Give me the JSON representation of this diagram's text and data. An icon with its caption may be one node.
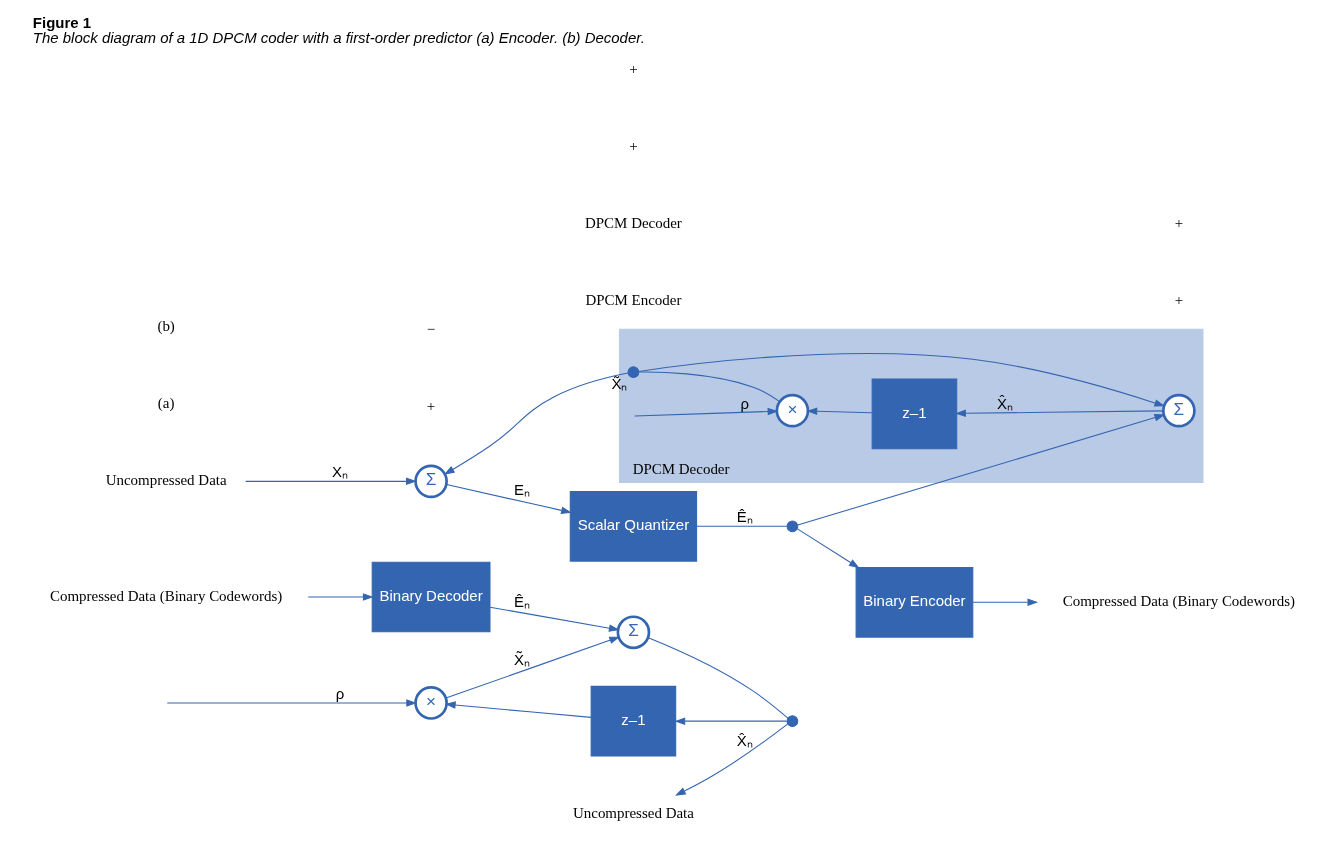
{
  "diagram": {
    "title": "Figure 1",
    "caption": "The block diagram of a 1D DPCM coder with a first-order predictor (a) Encoder. (b) Decoder.",
    "nodes": [
      {
        "text": [
          "Uncompressed Data"
        ]
      },
      {
        "text": [
          "Σ"
        ]
      },
      {
        "text": [
          "Scalar Quantizer"
        ]
      },
      {
        "text": [],
        "shape": "circle"
      },
      {
        "text": [
          "Binary Encoder"
        ]
      },
      {
        "text": [
          "Compressed Data (Binary Codewords)"
        ]
      },
      {
        "text": [
          "DPCM Decoder"
        ]
      },
      {
        "text": [],
        "shape": "circle",
        "in": 6,
        "beside": [
          "X̃ₙ"
        ]
      },
      {
        "text": [
          "Σ"
        ],
        "in": 6
      },
      {
        "text": [
          "z–1"
        ],
        "in": 6
      },
      {
        "text": [
          "×"
        ],
        "in": 6
      },
      {
        "text": [
          "Compressed Data (Binary Codewords)"
        ]
      },
      {
        "text": [
          "Binary Decoder"
        ]
      },
      {
        "text": [
          "Σ"
        ]
      },
      {
        "text": [],
        "shape": "circle"
      },
      {
        "text": [
          "Uncompressed Data"
        ]
      },
      {
        "text": [
          "z–1"
        ]
      },
      {
        "text": [
          "×"
        ]
      }
    ],
    "edges": [
      {
        "from": 0,
        "to": 1,
        "arrow": "to",
        "label": "Xₙ"
      },
      {
        "from": 1,
        "to": 2,
        "arrow": "to",
        "label": "Eₙ"
      },
      {
        "from": 2,
        "to": 3,
        "arrow": "none",
        "label": "Êₙ"
      },
      {
        "from": 3,
        "to": 4,
        "arrow": "to"
      },
      {
        "from": 4,
        "to": 5,
        "arrow": "to"
      },
      {
        "from": 3,
        "to": 8,
        "arrow": "to"
      },
      {
        "from": 7,
        "to": 8,
        "arrow": "to"
      },
      {
        "from": 8,
        "to": 9,
        "arrow": "to",
        "label": "X̂ₙ"
      },
      {
        "from": 9,
        "to": 10,
        "arrow": "to"
      },
      {
        "from": 10,
        "to": 7,
        "arrow": "none"
      },
      {
        "from": 7,
        "to": 1,
        "arrow": "to"
      },
      {
        "from": null,
        "to": 10,
        "arrow": "to",
        "label": "ρ"
      },
      {
        "from": 11,
        "to": 12,
        "arrow": "to"
      },
      {
        "from": 12,
        "to": 13,
        "arrow": "to",
        "label": "Êₙ"
      },
      {
        "from": 13,
        "to": 14,
        "arrow": "none"
      },
      {
        "from": 14,
        "to": 15,
        "arrow": "to",
        "label": "X̂ₙ"
      },
      {
        "from": 14,
        "to": 16,
        "arrow": "to"
      },
      {
        "from": 16,
        "to": 17,
        "arrow": "to"
      },
      {
        "from": 17,
        "to": 13,
        "arrow": "to",
        "label": "X̃ₙ"
      },
      {
        "from": null,
        "to": 17,
        "arrow": "to",
        "label": "ρ"
      }
    ],
    "labels": [
      "DPCM Encoder",
      "+",
      "−",
      "+",
      "+",
      "(a)",
      "DPCM Decoder",
      "+",
      "+",
      "(b)"
    ]
  }
}
